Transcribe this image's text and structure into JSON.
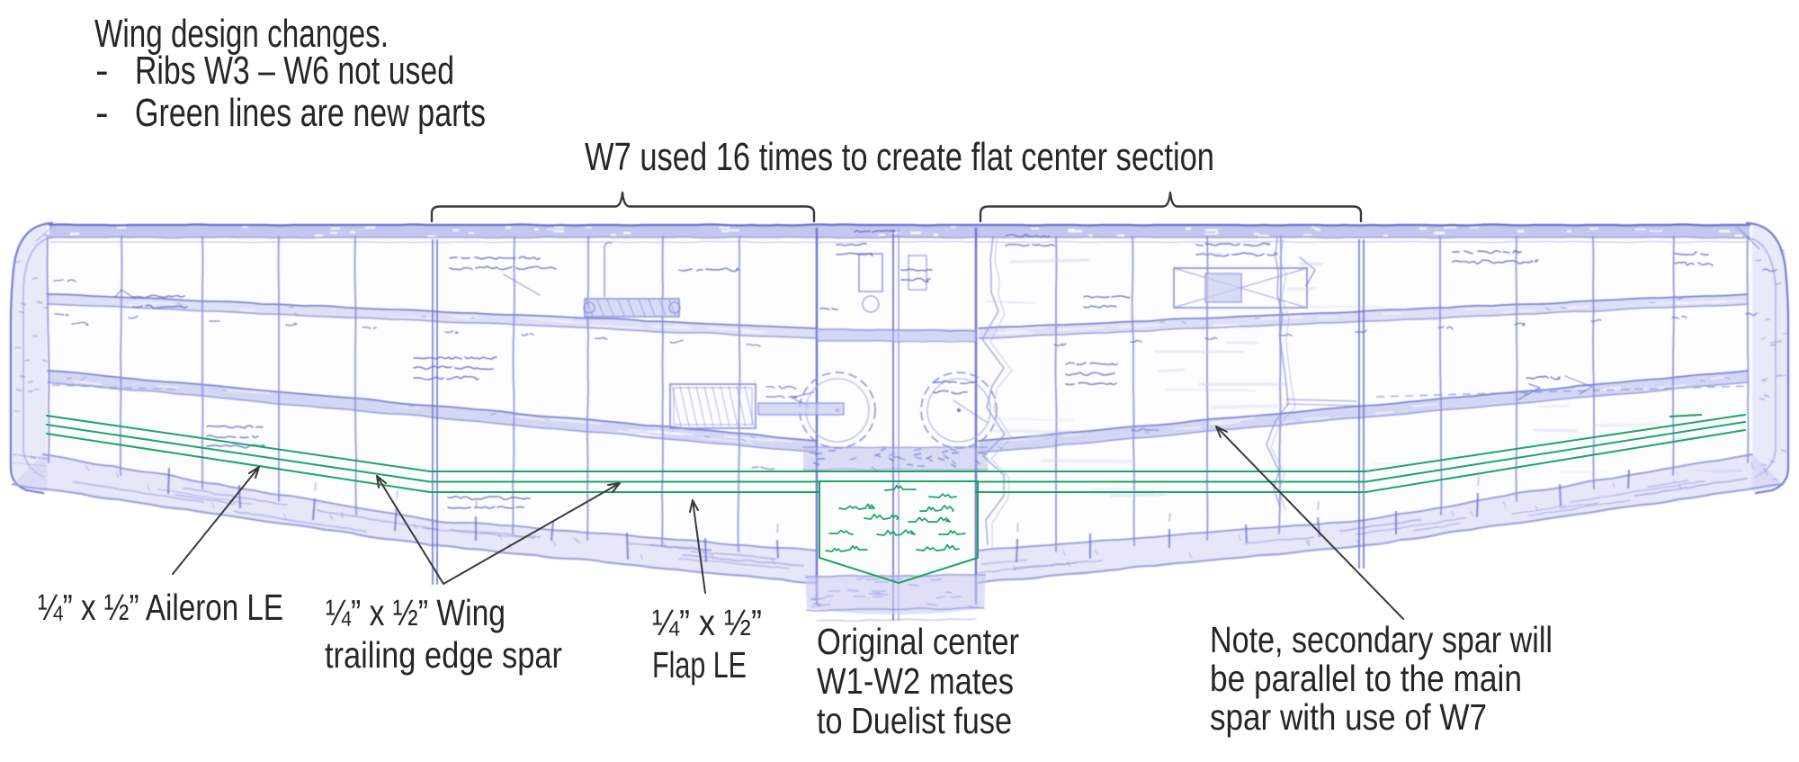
{
  "notes": {
    "title": "Wing design changes.",
    "bullet_dash": "-",
    "bullets": [
      "Ribs W3 – W6 not used",
      "Green lines are new parts"
    ]
  },
  "center_label": "W7 used 16 times to create flat center section",
  "callouts": {
    "aileron_le": "¼” x ½” Aileron LE",
    "te_spar_line1": "¼” x ½” Wing",
    "te_spar_line2": "trailing edge spar",
    "flap_le_line1": "¼” x ½”",
    "flap_le_line2": "Flap LE",
    "center_line1": "Original center",
    "center_line2": "W1-W2 mates",
    "center_line3": "to Duelist fuse",
    "note_line1": "Note, secondary spar will",
    "note_line2": "be parallel to the main",
    "note_line3": "spar with use of W7"
  },
  "colors": {
    "blueprint_blue": "#7b80d8",
    "new_parts_green": "#12a159",
    "annotation_ink": "#262626",
    "background": "#ffffff"
  }
}
